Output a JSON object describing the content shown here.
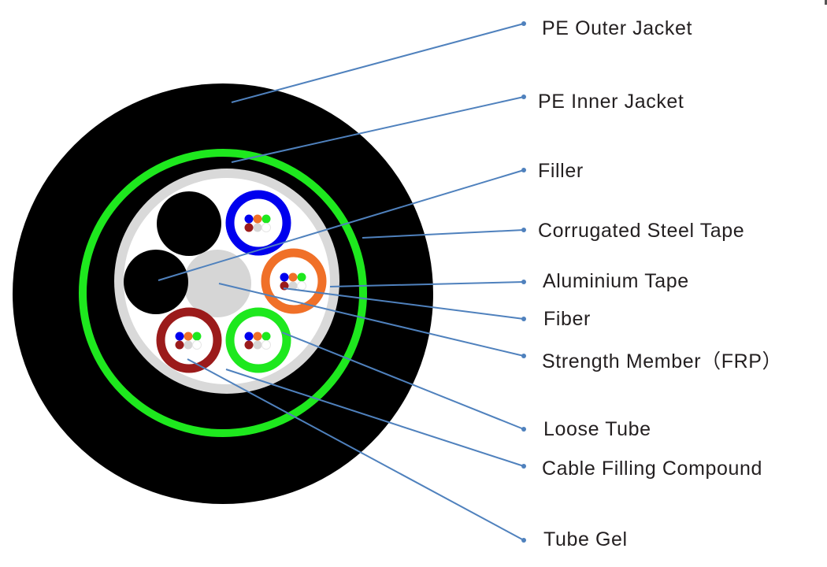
{
  "title": "Optical fiber cable cross-section",
  "colors": {
    "outer_jacket": "#000000",
    "steel_tape_ring": "#1ee81e",
    "aluminium_tape": "#d9d9d9",
    "filling_compound": "#ffffff",
    "strength_member": "#d6d6d6",
    "filler": "#000000",
    "leader_line": "#4f81bd",
    "label_text": "#231f20"
  },
  "loose_tubes": [
    {
      "name": "blue-tube",
      "color": "#0000ee"
    },
    {
      "name": "orange-tube",
      "color": "#f07028"
    },
    {
      "name": "green-tube",
      "color": "#1ee81e"
    },
    {
      "name": "brown-tube",
      "color": "#9b1b1b"
    }
  ],
  "fiber_colors": [
    "#0000ee",
    "#f07028",
    "#1ee81e",
    "#9b1b1b",
    "#d6d6d6",
    "#ffffff"
  ],
  "labels": [
    {
      "id": "pe-outer-jacket",
      "text": "PE Outer Jacket"
    },
    {
      "id": "pe-inner-jacket",
      "text": "PE  Inner Jacket"
    },
    {
      "id": "filler",
      "text": "Filler"
    },
    {
      "id": "corrugated-steel-tape",
      "text": "Corrugated  Steel  Tape"
    },
    {
      "id": "aluminium-tape",
      "text": "Aluminium  Tape"
    },
    {
      "id": "fiber",
      "text": "Fiber"
    },
    {
      "id": "strength-member",
      "text": "Strength  Member（FRP）"
    },
    {
      "id": "loose-tube",
      "text": "Loose Tube"
    },
    {
      "id": "cable-filling-compound",
      "text": "Cable Filling Compound"
    },
    {
      "id": "tube-gel",
      "text": "Tube Gel"
    }
  ]
}
